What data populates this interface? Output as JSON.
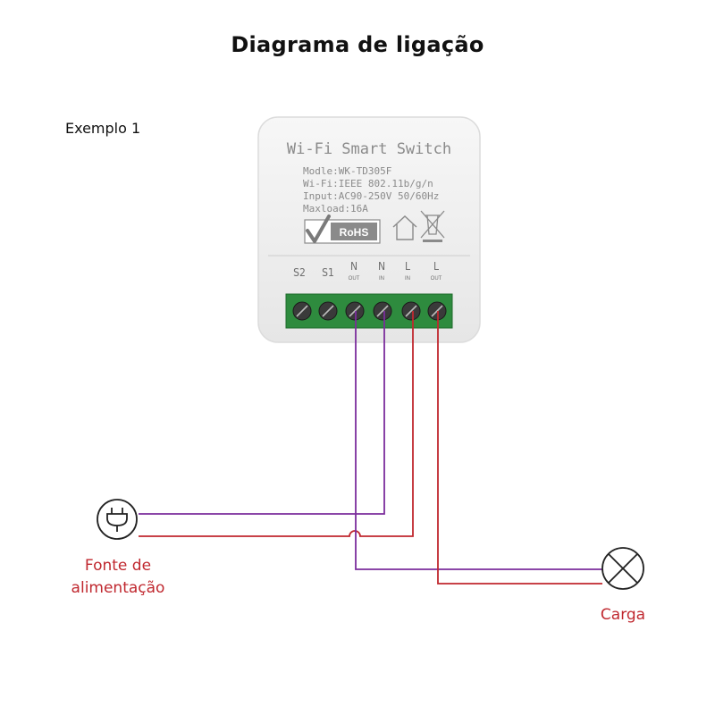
{
  "title": "Diagrama de ligação",
  "example_label": "Exemplo 1",
  "device": {
    "name": "Wi-Fi Smart Switch",
    "specs": [
      "Modle:WK-TD305F",
      "Wi-Fi:IEEE 802.11b/g/n",
      "Input:AC90-250V 50/60Hz",
      "Maxload:16A"
    ],
    "rohs_label": "RoHS",
    "terminals": [
      {
        "label": "S2",
        "sub": ""
      },
      {
        "label": "S1",
        "sub": ""
      },
      {
        "label": "N",
        "sub": "OUT"
      },
      {
        "label": "N",
        "sub": "IN"
      },
      {
        "label": "L",
        "sub": "IN"
      },
      {
        "label": "L",
        "sub": "OUT"
      }
    ]
  },
  "power_source_label_line1": "Fonte de",
  "power_source_label_line2": "alimentação",
  "load_label": "Carga",
  "colors": {
    "neutral_wire": "#7b2d9c",
    "live_wire": "#c0282f",
    "terminal_block": "#2e8b3e",
    "device_body": "#f1f1f1"
  },
  "icons": [
    "power-plug-icon",
    "lamp-icon",
    "rohs-check-icon",
    "house-icon",
    "crossed-bin-icon"
  ]
}
